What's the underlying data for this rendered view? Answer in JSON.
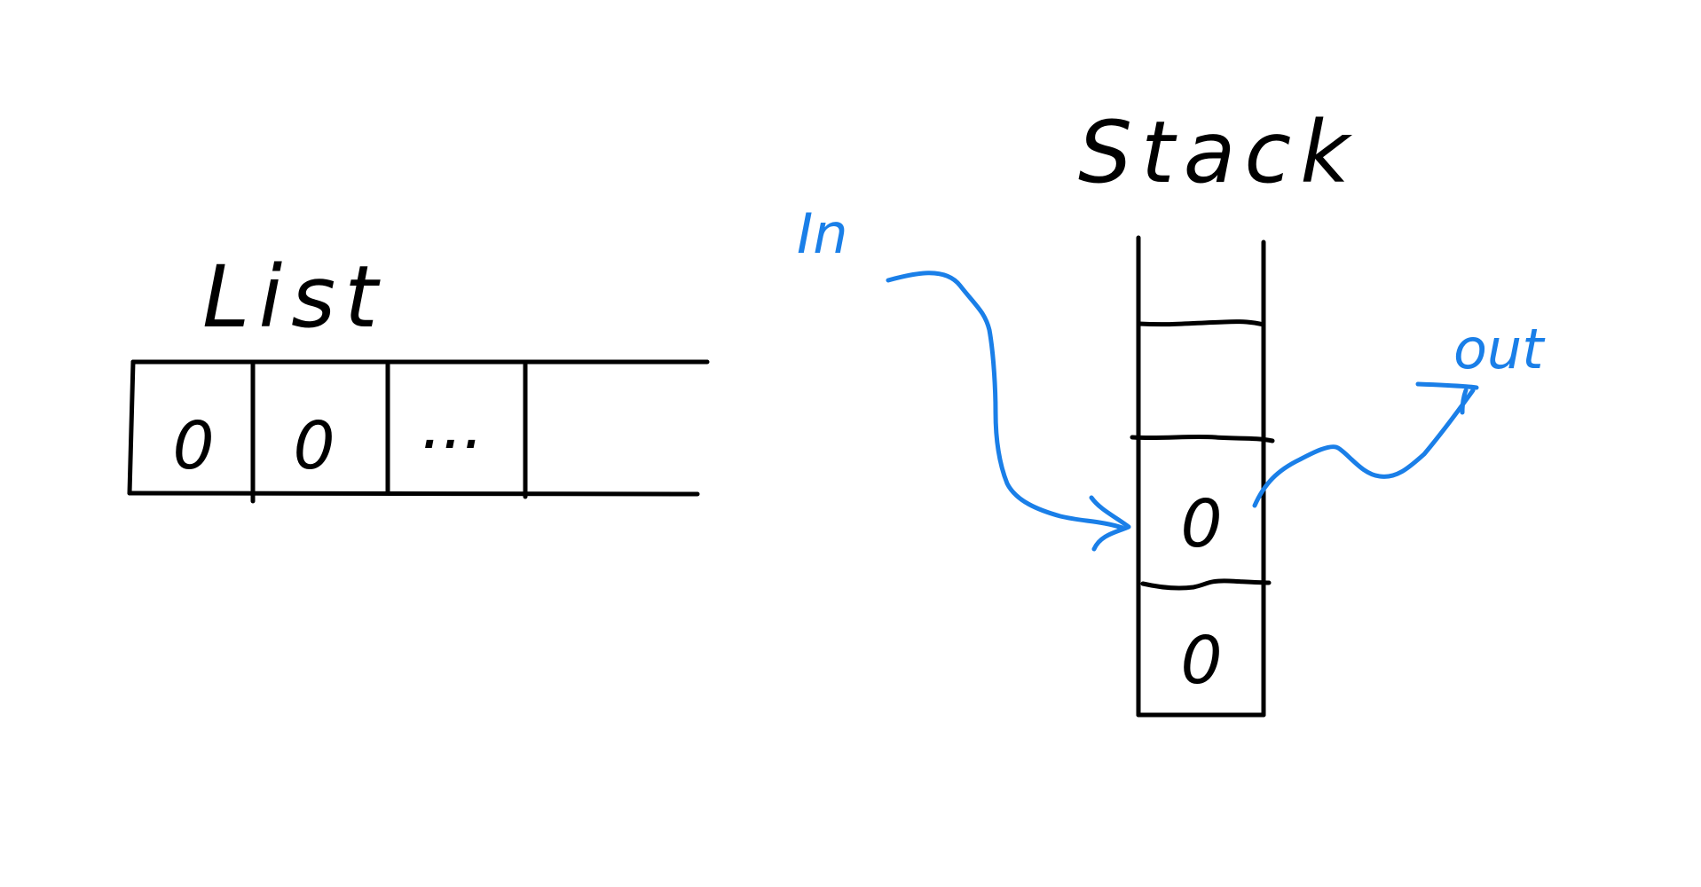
{
  "colors": {
    "ink": "#000000",
    "accent": "#1a7fe8",
    "background": "#ffffff"
  },
  "list": {
    "title": "List",
    "cells": [
      "0",
      "0",
      "...",
      ""
    ]
  },
  "stack": {
    "title": "Stack",
    "slots": [
      "",
      "",
      "0",
      "0"
    ],
    "in_label": "In",
    "out_label": "out"
  }
}
